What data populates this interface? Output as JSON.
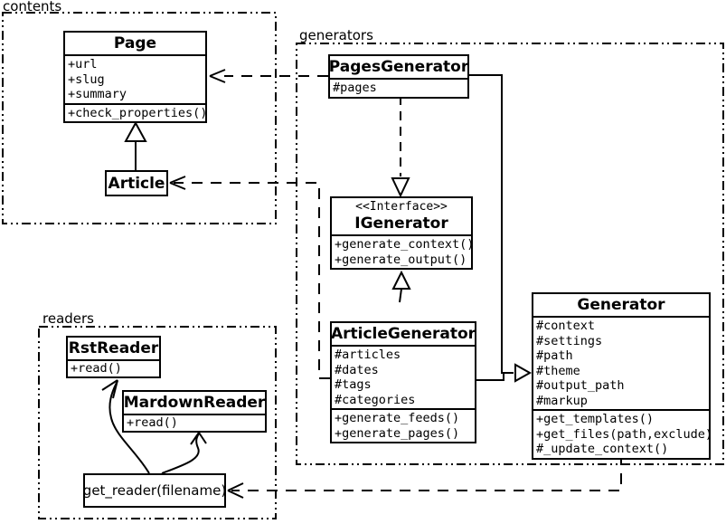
{
  "diagram": {
    "kind": "uml-class-diagram",
    "colors": {
      "stroke": "#000000",
      "background": "#ffffff"
    }
  },
  "packages": {
    "contents": {
      "label": "contents"
    },
    "generators": {
      "label": "generators"
    },
    "readers": {
      "label": "readers"
    }
  },
  "classes": {
    "page": {
      "name": "Page",
      "attributes": [
        "+url",
        "+slug",
        "+summary"
      ],
      "methods": [
        "+check_properties()"
      ]
    },
    "article": {
      "name": "Article"
    },
    "pages_generator": {
      "name": "PagesGenerator",
      "attributes": [
        "#pages"
      ]
    },
    "igenerator": {
      "stereotype": "<<Interface>>",
      "name": "IGenerator",
      "methods": [
        "+generate_context()",
        "+generate_output()"
      ]
    },
    "article_generator": {
      "name": "ArticleGenerator",
      "attributes": [
        "#articles",
        "#dates",
        "#tags",
        "#categories"
      ],
      "methods": [
        "+generate_feeds()",
        "+generate_pages()"
      ]
    },
    "generator": {
      "name": "Generator",
      "attributes": [
        "#context",
        "#settings",
        "#path",
        "#theme",
        "#output_path",
        "#markup"
      ],
      "methods": [
        "+get_templates()",
        "+get_files(path,exclude)",
        "#_update_context()"
      ]
    },
    "rst_reader": {
      "name": "RstReader",
      "methods": [
        "+read()"
      ]
    },
    "mardown_reader": {
      "name": "MardownReader",
      "methods": [
        "+read()"
      ]
    },
    "get_reader": {
      "label": "get_reader(filename)"
    }
  }
}
